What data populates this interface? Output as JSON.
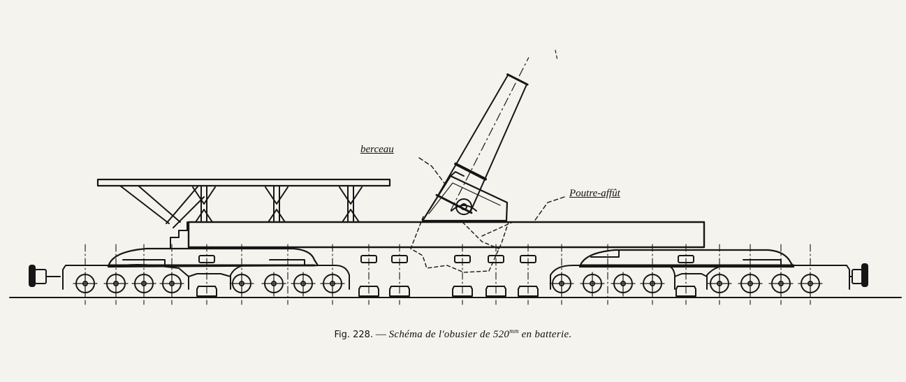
{
  "labels": {
    "cradle": "berceau",
    "carriage_beam": "Poutre-affût"
  },
  "caption": {
    "figure": "Fig. 228.",
    "dash": "—",
    "text_before": "Schéma de l'obusier de 520",
    "unit_sup": "mm",
    "text_after": "en batterie."
  },
  "colors": {
    "paper": "#f4f3ee",
    "ink": "#161616"
  },
  "icons": [
    "howitzer-diagram",
    "buffer-stop-icon",
    "wheel-icon",
    "bogie",
    "rail-track"
  ]
}
